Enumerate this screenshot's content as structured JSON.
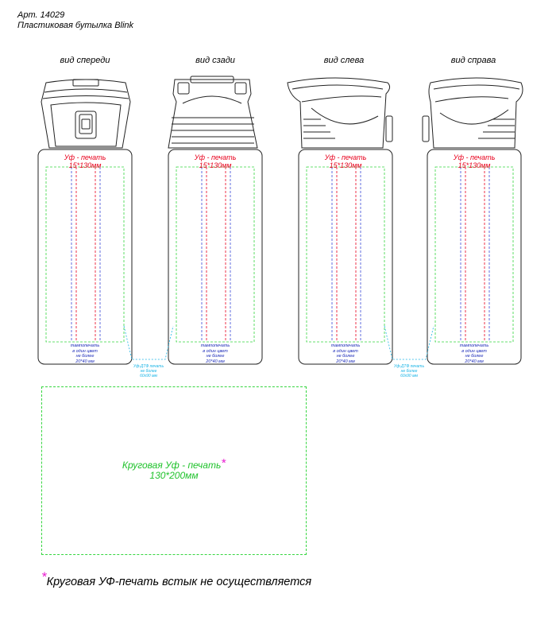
{
  "header": {
    "article": "Арт. 14029",
    "product": "Пластиковая бутылка Blink"
  },
  "views": [
    {
      "label": "вид спереди"
    },
    {
      "label": "вид сзади"
    },
    {
      "label": "вид слева"
    },
    {
      "label": "вид справа"
    }
  ],
  "uv_print": {
    "line1": "Уф - печать",
    "line2": "15*130мм"
  },
  "pad_print": {
    "line1": "тампопечать",
    "line2": "в один цвет",
    "line3": "не более",
    "line4": "20*40 мм"
  },
  "dtf_print": {
    "line1": "Уф-ДТФ печать",
    "line2": "не более",
    "line3": "60х90 мм"
  },
  "wrap_print": {
    "label": "Круговая Уф - печать",
    "size": "130*200мм"
  },
  "footnote": "Круговая УФ-печать встык не осуществляется",
  "colors": {
    "uv_red": "#e8001c",
    "pad_blue": "#1a2ab8",
    "dtf_cyan": "#1ab4e6",
    "wrap_green": "#1fc22b",
    "star_magenta": "#e81ed0"
  }
}
